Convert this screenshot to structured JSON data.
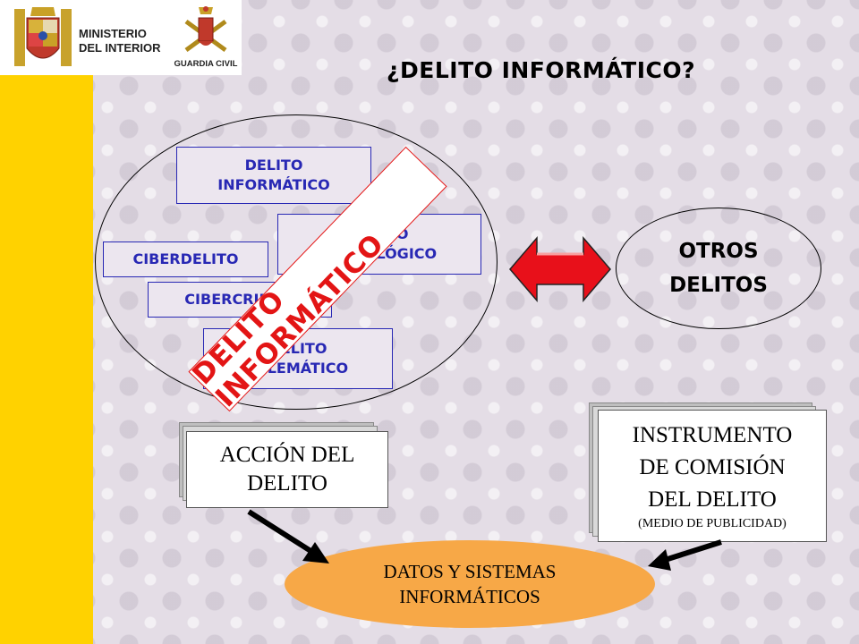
{
  "header": {
    "ministry_line1": "MINISTERIO",
    "ministry_line2": "DEL INTERIOR",
    "guardia_label": "GUARDIA CIVIL"
  },
  "title": "¿DELITO INFORMÁTICO?",
  "ellipse_terms": {
    "informatico": "DELITO\nINFORMÁTICO",
    "tecnologico": "DELITO\nTECNOLÓGICO",
    "ciberdelito": "CIBERDELITO",
    "cibercrimen": "CIBERCRIMEN",
    "telematico": "DELITO\nTELEMÁTICO"
  },
  "stamp_text": "DELITO INFORMÁTICO",
  "otros_delitos": "OTROS\nDELITOS",
  "accion_box": "ACCIÓN DEL\nDELITO",
  "instrumento_box": {
    "main": "INSTRUMENTO\nDE COMISIÓN\nDEL DELITO",
    "sub": "(MEDIO DE PUBLICIDAD)"
  },
  "datos_ellipse": {
    "line1": "DATOS Y SISTEMAS",
    "line2": "INFORMÁTICOS"
  },
  "colors": {
    "side_bar": "#ffd200",
    "blue_text": "#2828b4",
    "stamp_red": "#e31515",
    "double_arrow": "#e8101a",
    "datos_fill": "#f7a847"
  }
}
